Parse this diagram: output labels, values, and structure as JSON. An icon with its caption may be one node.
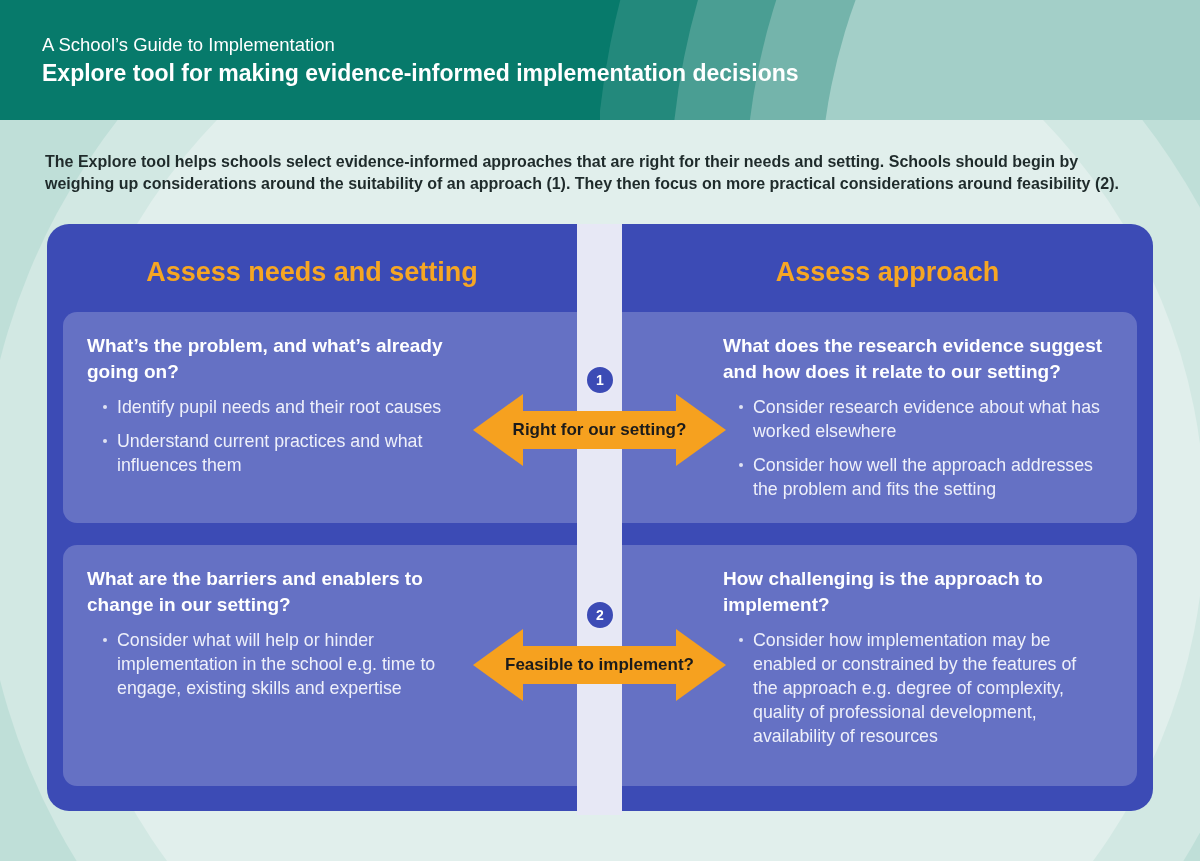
{
  "diagram": {
    "title": "Explore tool for making evidence-informed implementation decisions",
    "nodes": [
      {
        "text": [
          "Assess needs and setting"
        ]
      },
      {
        "text": [
          "Assess approach"
        ]
      },
      {
        "text": [
          "What’s the problem, and what’s already going on?",
          "Identify pupil needs and their root causes",
          "Understand current practices and what influences them"
        ],
        "in": 0
      },
      {
        "text": [
          "What does the research evidence suggest and how does it relate to our setting?",
          "Consider research evidence about what has worked elsewhere",
          "Consider how well the approach addresses the problem and fits the setting"
        ],
        "in": 1
      },
      {
        "text": [
          "What are the barriers and enablers to change in our setting?",
          "Consider what will help or hinder implementation in the school e.g. time to engage, existing skills and expertise"
        ],
        "in": 0
      },
      {
        "text": [
          "How challenging is the approach to implement?",
          "Consider how implementation may be enabled or constrained by the features of the approach e.g. degree of complexity, quality of professional development, availability of resources"
        ],
        "in": 1
      }
    ],
    "edges": [
      {
        "from": 2,
        "to": 3,
        "arrow": "both",
        "label": "Right for our setting?"
      },
      {
        "from": 4,
        "to": 5,
        "arrow": "both",
        "label": "Feasible to implement?"
      }
    ],
    "labels": [
      "A School’s Guide to Implementation",
      "The Explore tool helps schools select evidence-informed approaches that are right for their needs and setting. Schools should begin by weighing up considerations around the suitability of an approach (1). They then focus on more practical considerations around feasibility (2).",
      "1",
      "2"
    ]
  }
}
